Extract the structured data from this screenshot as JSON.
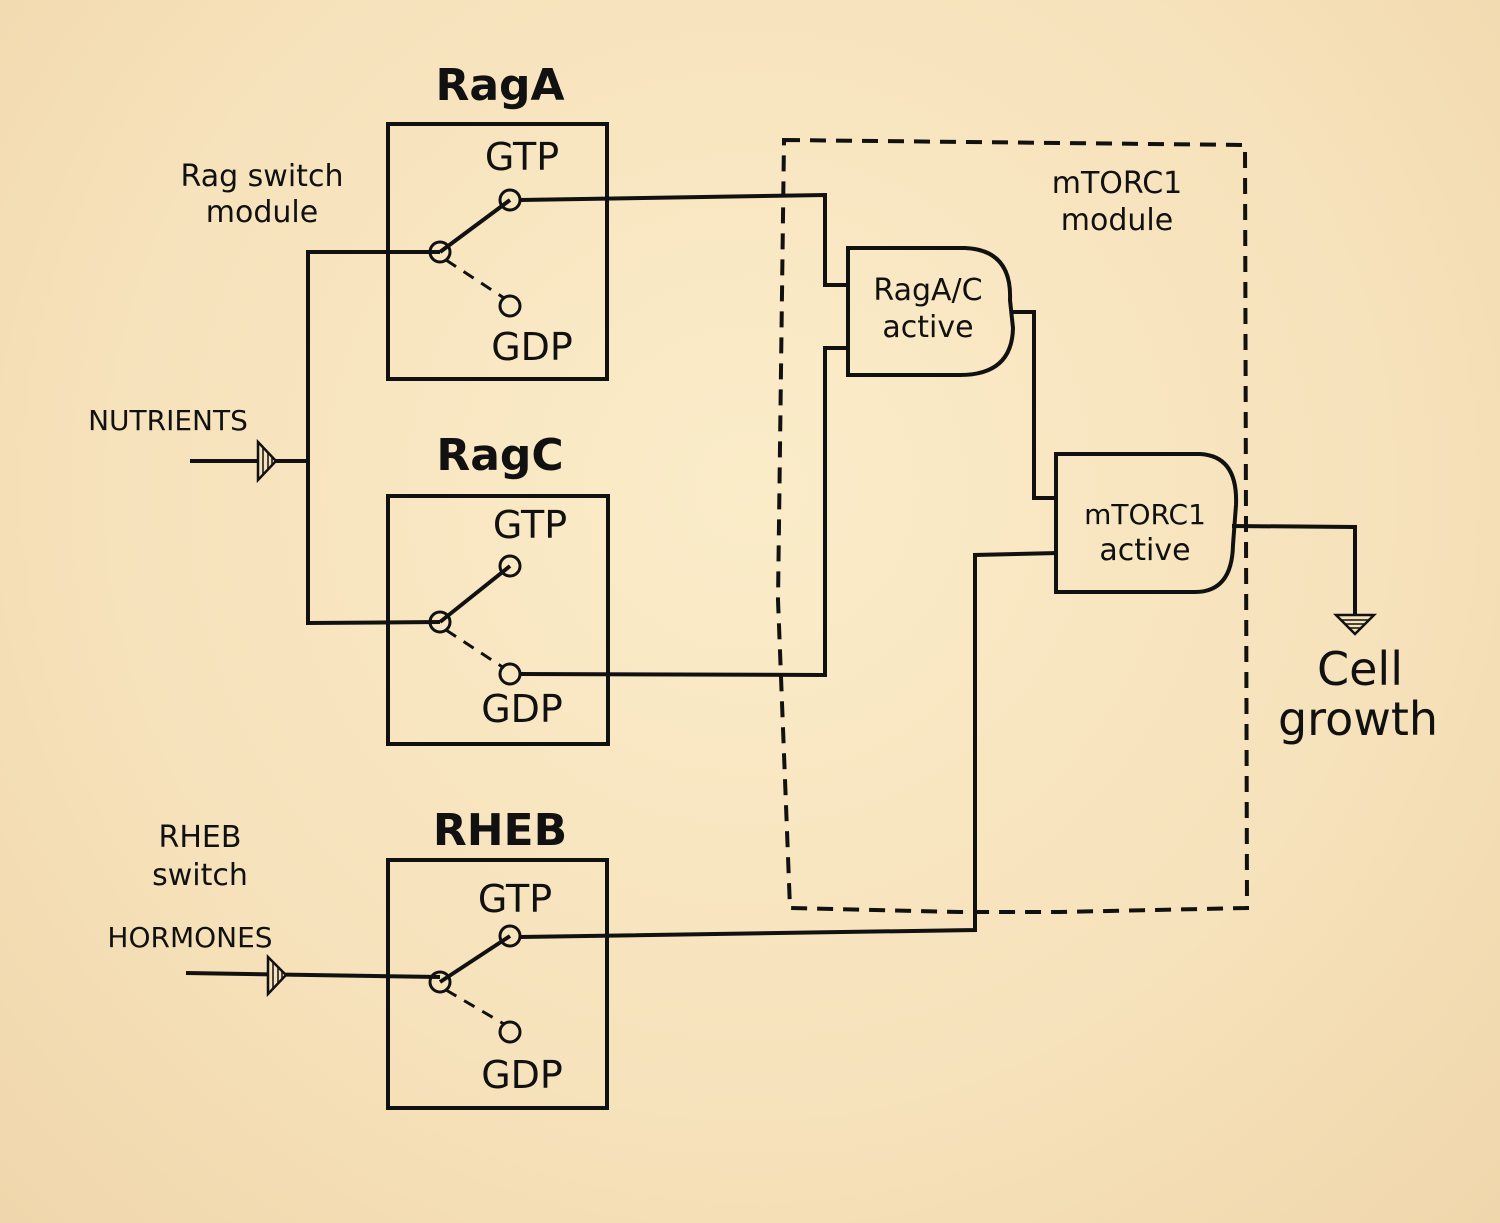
{
  "background_color": "#f6e2bb",
  "ink_color": "#111111",
  "switches": [
    {
      "id": "raga",
      "title": "RagA",
      "top_label": "GTP",
      "bottom_label": "GDP",
      "state": "GTP"
    },
    {
      "id": "ragc",
      "title": "RagC",
      "top_label": "GTP",
      "bottom_label": "GDP",
      "state": "GDP"
    },
    {
      "id": "rheb",
      "title": "RHEB",
      "top_label": "GTP",
      "bottom_label": "GDP",
      "state": "GTP"
    }
  ],
  "labels": {
    "rag_module_line1": "Rag switch",
    "rag_module_line2": "module",
    "nutrients": "NUTRIENTS",
    "rheb_switch_line1": "RHEB",
    "rheb_switch_line2": "switch",
    "hormones": "HORMONES",
    "mtorc1_module_line1": "mTORC1",
    "mtorc1_module_line2": "module",
    "output_line1": "Cell",
    "output_line2": "growth"
  },
  "gates": [
    {
      "id": "ragac",
      "line1": "RagA/C",
      "line2": "active"
    },
    {
      "id": "mtorc1",
      "line1": "mTORC1",
      "line2": "active"
    }
  ]
}
